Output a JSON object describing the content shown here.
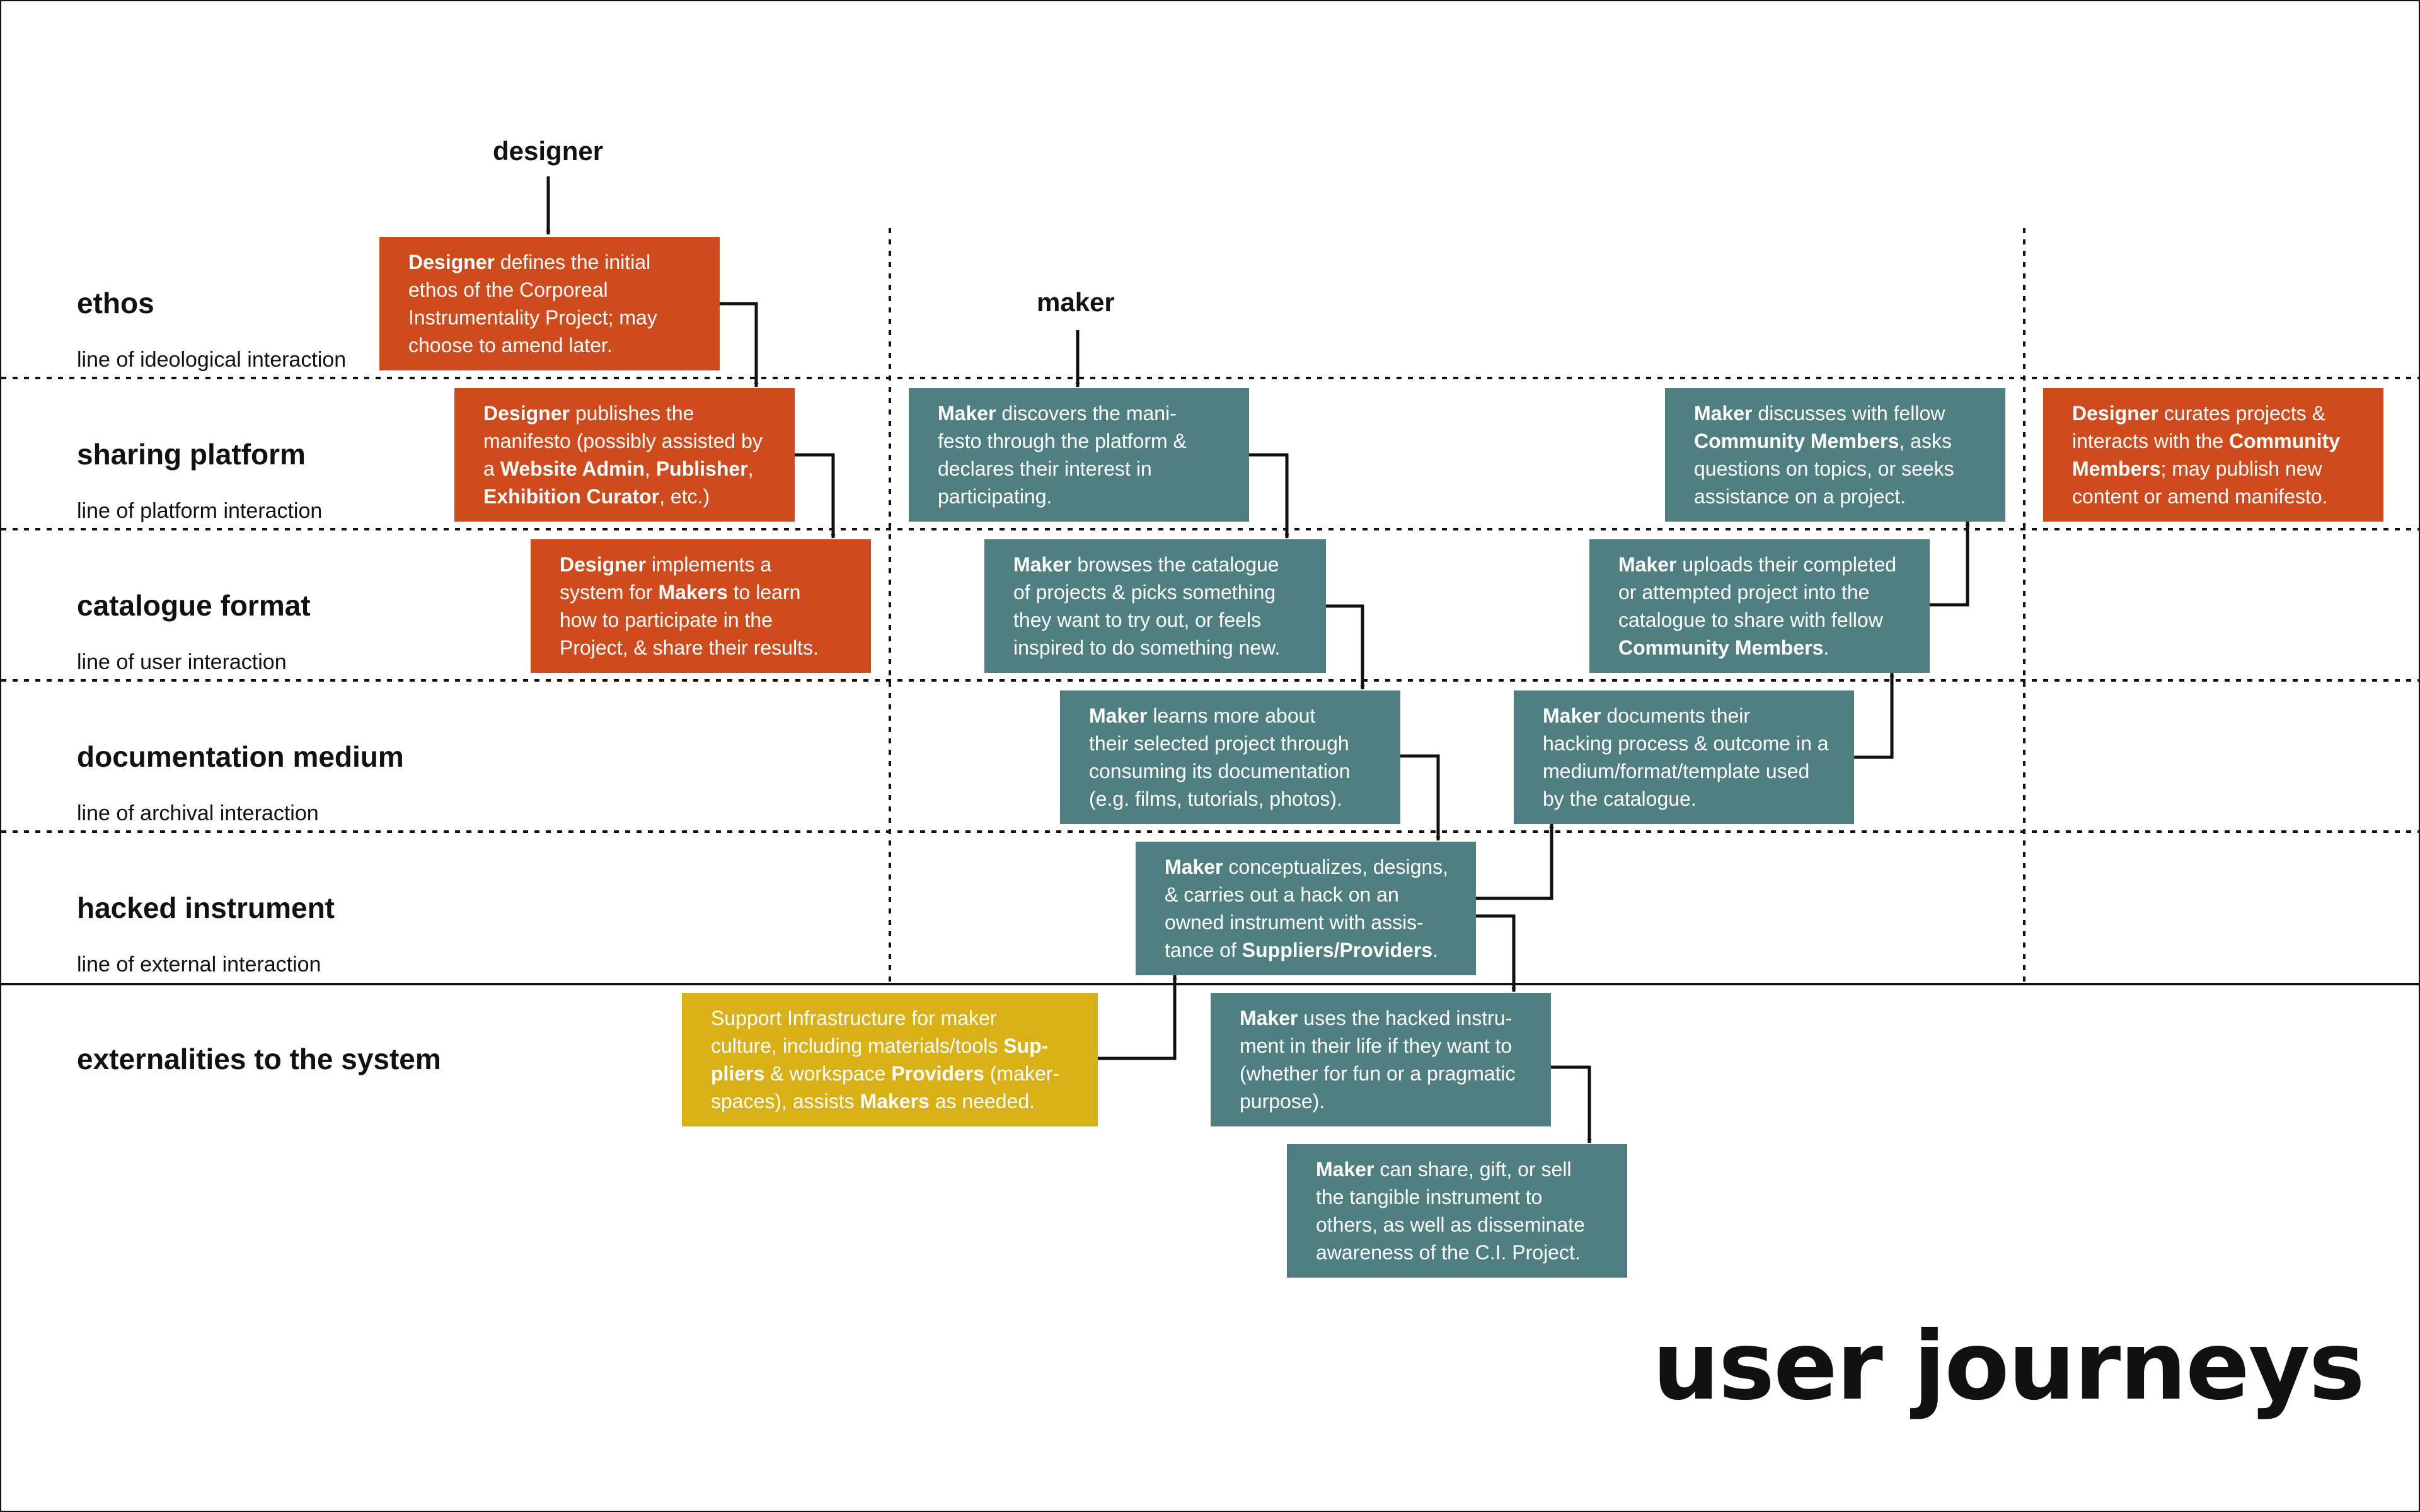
{
  "lanes": [
    {
      "title": "ethos",
      "subtitle": "line of ideological interaction"
    },
    {
      "title": "sharing platform",
      "subtitle": "line of platform interaction"
    },
    {
      "title": "catalogue format",
      "subtitle": "line of user interaction"
    },
    {
      "title": "documentation medium",
      "subtitle": "line of archival interaction"
    },
    {
      "title": "hacked instrument",
      "subtitle": "line of external interaction"
    },
    {
      "title": "externalities to the system",
      "subtitle": ""
    }
  ],
  "actors": {
    "designer": "designer",
    "maker": "maker"
  },
  "colors": {
    "designer": "#cf4b1d",
    "maker": "#4f7f80",
    "support": "#d9b116"
  },
  "boxes": [
    {
      "id": "d1",
      "lines": [
        [
          {
            "t": "Designer",
            "b": true
          },
          {
            "t": " defines the initial"
          }
        ],
        [
          {
            "t": "ethos of the Corporeal"
          }
        ],
        [
          {
            "t": "Instrumentality Project; may"
          }
        ],
        [
          {
            "t": "choose to amend later."
          }
        ]
      ]
    },
    {
      "id": "d2",
      "lines": [
        [
          {
            "t": "Designer",
            "b": true
          },
          {
            "t": " publishes the"
          }
        ],
        [
          {
            "t": "manifesto (possibly assisted by"
          }
        ],
        [
          {
            "t": "a "
          },
          {
            "t": "Website Admin",
            "b": true
          },
          {
            "t": ", "
          },
          {
            "t": "Publisher",
            "b": true
          },
          {
            "t": ","
          }
        ],
        [
          {
            "t": "Exhibition Curator",
            "b": true
          },
          {
            "t": ", etc.)"
          }
        ]
      ]
    },
    {
      "id": "d3",
      "lines": [
        [
          {
            "t": "Designer",
            "b": true
          },
          {
            "t": " implements a"
          }
        ],
        [
          {
            "t": "system for "
          },
          {
            "t": "Makers",
            "b": true
          },
          {
            "t": " to learn"
          }
        ],
        [
          {
            "t": "how to participate in the"
          }
        ],
        [
          {
            "t": "Project, & share their results."
          }
        ]
      ]
    },
    {
      "id": "d4",
      "lines": [
        [
          {
            "t": "Designer",
            "b": true
          },
          {
            "t": " curates projects &"
          }
        ],
        [
          {
            "t": "interacts with the "
          },
          {
            "t": "Community",
            "b": true
          }
        ],
        [
          {
            "t": "Members",
            "b": true
          },
          {
            "t": "; may publish new"
          }
        ],
        [
          {
            "t": "content or amend manifesto."
          }
        ]
      ]
    },
    {
      "id": "m1",
      "lines": [
        [
          {
            "t": "Maker",
            "b": true
          },
          {
            "t": " discovers the mani-"
          }
        ],
        [
          {
            "t": "festo through the platform &"
          }
        ],
        [
          {
            "t": "declares their interest in"
          }
        ],
        [
          {
            "t": "participating."
          }
        ]
      ]
    },
    {
      "id": "m2",
      "lines": [
        [
          {
            "t": "Maker",
            "b": true
          },
          {
            "t": " browses the catalogue"
          }
        ],
        [
          {
            "t": "of projects & picks something"
          }
        ],
        [
          {
            "t": "they want to try out, or feels"
          }
        ],
        [
          {
            "t": "inspired to do something new."
          }
        ]
      ]
    },
    {
      "id": "m3",
      "lines": [
        [
          {
            "t": "Maker",
            "b": true
          },
          {
            "t": " learns more about"
          }
        ],
        [
          {
            "t": "their selected project through"
          }
        ],
        [
          {
            "t": "consuming its documentation"
          }
        ],
        [
          {
            "t": "(e.g. films, tutorials, photos)."
          }
        ]
      ]
    },
    {
      "id": "m4",
      "lines": [
        [
          {
            "t": "Maker",
            "b": true
          },
          {
            "t": " conceptualizes, designs,"
          }
        ],
        [
          {
            "t": "& carries out a hack on an"
          }
        ],
        [
          {
            "t": "owned instrument with assis-"
          }
        ],
        [
          {
            "t": "tance of "
          },
          {
            "t": "Suppliers/Providers",
            "b": true
          },
          {
            "t": "."
          }
        ]
      ]
    },
    {
      "id": "m5",
      "lines": [
        [
          {
            "t": "Maker",
            "b": true
          },
          {
            "t": " uses the hacked instru-"
          }
        ],
        [
          {
            "t": "ment in their life if they want to"
          }
        ],
        [
          {
            "t": "(whether for fun or a pragmatic"
          }
        ],
        [
          {
            "t": "purpose)."
          }
        ]
      ]
    },
    {
      "id": "m6",
      "lines": [
        [
          {
            "t": "Maker",
            "b": true
          },
          {
            "t": " can share, gift, or sell"
          }
        ],
        [
          {
            "t": "the tangible instrument to"
          }
        ],
        [
          {
            "t": "others, as well as disseminate"
          }
        ],
        [
          {
            "t": "awareness of the C.I. Project."
          }
        ]
      ]
    },
    {
      "id": "m7",
      "lines": [
        [
          {
            "t": "Maker",
            "b": true
          },
          {
            "t": " documents their"
          }
        ],
        [
          {
            "t": "hacking process & outcome in a"
          }
        ],
        [
          {
            "t": "medium/format/template used"
          }
        ],
        [
          {
            "t": "by the catalogue."
          }
        ]
      ]
    },
    {
      "id": "m8",
      "lines": [
        [
          {
            "t": "Maker",
            "b": true
          },
          {
            "t": " uploads their completed"
          }
        ],
        [
          {
            "t": "or attempted project into the"
          }
        ],
        [
          {
            "t": "catalogue to share with fellow"
          }
        ],
        [
          {
            "t": "Community Members",
            "b": true
          },
          {
            "t": "."
          }
        ]
      ]
    },
    {
      "id": "m9",
      "lines": [
        [
          {
            "t": "Maker",
            "b": true
          },
          {
            "t": " discusses with fellow"
          }
        ],
        [
          {
            "t": "Community Members",
            "b": true
          },
          {
            "t": ", asks"
          }
        ],
        [
          {
            "t": "questions on topics, or seeks"
          }
        ],
        [
          {
            "t": "assistance on a project."
          }
        ]
      ]
    },
    {
      "id": "s1",
      "lines": [
        [
          {
            "t": "Support Infrastructure for maker"
          }
        ],
        [
          {
            "t": "culture, including materials/tools "
          },
          {
            "t": "Sup-",
            "b": true
          }
        ],
        [
          {
            "t": "pliers",
            "b": true
          },
          {
            "t": " & workspace "
          },
          {
            "t": "Providers",
            "b": true
          },
          {
            "t": " (maker-"
          }
        ],
        [
          {
            "t": "spaces), assists "
          },
          {
            "t": "Makers",
            "b": true
          },
          {
            "t": " as needed."
          }
        ]
      ]
    }
  ],
  "title": "user journeys"
}
